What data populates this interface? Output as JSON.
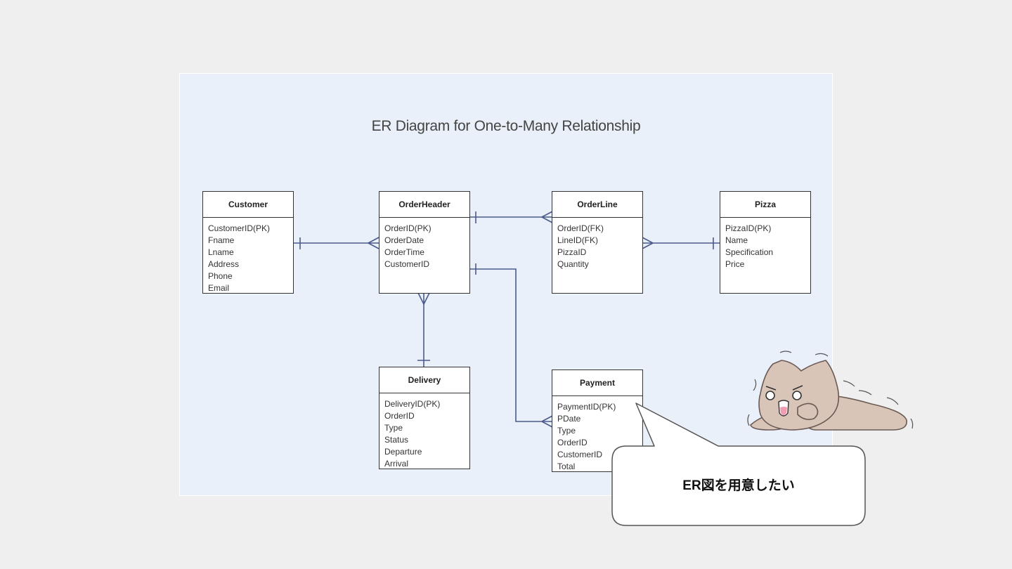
{
  "title": "ER Diagram for One-to-Many Relationship",
  "entities": {
    "customer": {
      "name": "Customer",
      "fields": [
        "CustomerID(PK)",
        "Fname",
        "Lname",
        "Address",
        "Phone",
        "Email"
      ]
    },
    "orderheader": {
      "name": "OrderHeader",
      "fields": [
        "OrderID(PK)",
        "OrderDate",
        "OrderTime",
        "CustomerID"
      ]
    },
    "orderline": {
      "name": "OrderLine",
      "fields": [
        "OrderID(FK)",
        "LineID(FK)",
        "PizzaID",
        "Quantity"
      ]
    },
    "pizza": {
      "name": "Pizza",
      "fields": [
        "PizzaID(PK)",
        "Name",
        "Specification",
        "Price"
      ]
    },
    "delivery": {
      "name": "Delivery",
      "fields": [
        "DeliveryID(PK)",
        "OrderID",
        "Type",
        "Status",
        "Departure",
        "Arrival"
      ]
    },
    "payment": {
      "name": "Payment",
      "fields": [
        "PaymentID(PK)",
        "PDate",
        "Type",
        "OrderID",
        "CustomerID",
        "Total"
      ]
    }
  },
  "relationships": [
    {
      "from": "Customer",
      "to": "OrderHeader",
      "from_cardinality": "one",
      "to_cardinality": "many"
    },
    {
      "from": "OrderHeader",
      "to": "OrderLine",
      "from_cardinality": "one",
      "to_cardinality": "many"
    },
    {
      "from": "OrderLine",
      "to": "Pizza",
      "from_cardinality": "many",
      "to_cardinality": "one"
    },
    {
      "from": "OrderHeader",
      "to": "Delivery",
      "from_cardinality": "many",
      "to_cardinality": "one"
    },
    {
      "from": "OrderHeader",
      "to": "Payment",
      "from_cardinality": "one",
      "to_cardinality": "many"
    }
  ],
  "bubble": {
    "text": "ER図を用意したい"
  },
  "colors": {
    "panel": "#eaf0f9",
    "line": "#4a5a8c",
    "background": "#efefef",
    "cat": "#d9c4b8"
  },
  "icons": {
    "mascot": "lying-cat-icon"
  }
}
